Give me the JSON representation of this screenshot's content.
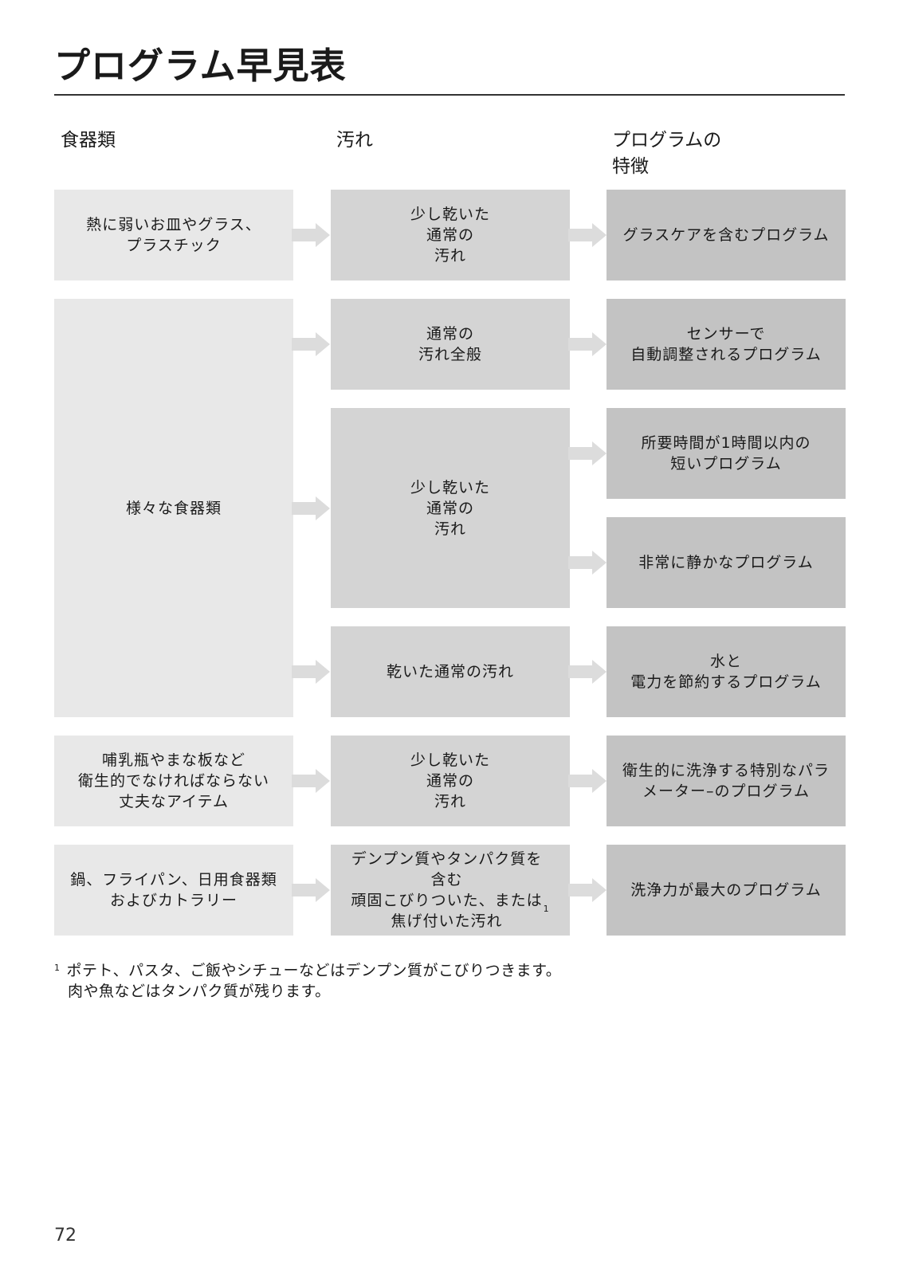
{
  "title": "プログラム早見表",
  "headers": {
    "col1": "食器類",
    "col2": "汚れ",
    "col3": "プログラムの\n特徴"
  },
  "col1": [
    "熱に弱いお皿やグラス、\nプラスチック",
    "様々な食器類",
    "哺乳瓶やまな板など\n衛生的でなければならない\n丈夫なアイテム",
    "鍋、フライパン、日用食器類\nおよびカトラリー"
  ],
  "col2": [
    "少し乾いた\n通常の\n汚れ",
    "通常の\n汚れ全般",
    "少し乾いた\n通常の\n汚れ",
    "乾いた通常の汚れ",
    "少し乾いた\n通常の\n汚れ",
    "デンプン質やタンパク質を\n含む\n頑固こびりついた、または\n焦げ付いた汚れ",
    "1"
  ],
  "col3": [
    "グラスケアを含むプログラム",
    "センサーで\n自動調整されるプログラム",
    "所要時間が1時間以内の\n短いプログラム",
    "非常に静かなプログラム",
    "水と\n電力を節約するプログラム",
    "衛生的に洗浄する特別なパラ\nメーター–のプログラム",
    "洗浄力が最大のプログラム"
  ],
  "footnote": {
    "mark": "1",
    "line1": "ポテト、パスタ、ご飯やシチューなどはデンプン質がこびりつきます。",
    "line2": "肉や魚などはタンパク質が残ります。"
  },
  "page_number": "72",
  "colors": {
    "col1_bg": "#e8e8e8",
    "col2_bg": "#d4d4d4",
    "col3_bg": "#c3c3c3",
    "arrow": "#dcdcdc"
  }
}
